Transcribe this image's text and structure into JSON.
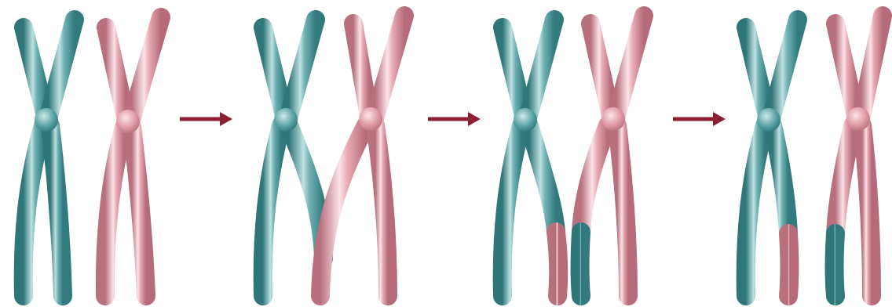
{
  "diagram": {
    "stages": [
      {
        "id": "stage-1",
        "event": "homologous-pair"
      },
      {
        "id": "stage-2",
        "event": "crossing-over"
      },
      {
        "id": "stage-3",
        "event": "segments-exchanged"
      },
      {
        "id": "stage-4",
        "event": "recombinant-chromosomes"
      }
    ],
    "colors": {
      "maternal": "#5aa3a6",
      "maternal_light": "#cfe9ea",
      "maternal_dark": "#2f7679",
      "paternal": "#df9aa6",
      "paternal_light": "#fbe3e8",
      "paternal_dark": "#b8707f",
      "arrow": "#8c1f33"
    }
  }
}
